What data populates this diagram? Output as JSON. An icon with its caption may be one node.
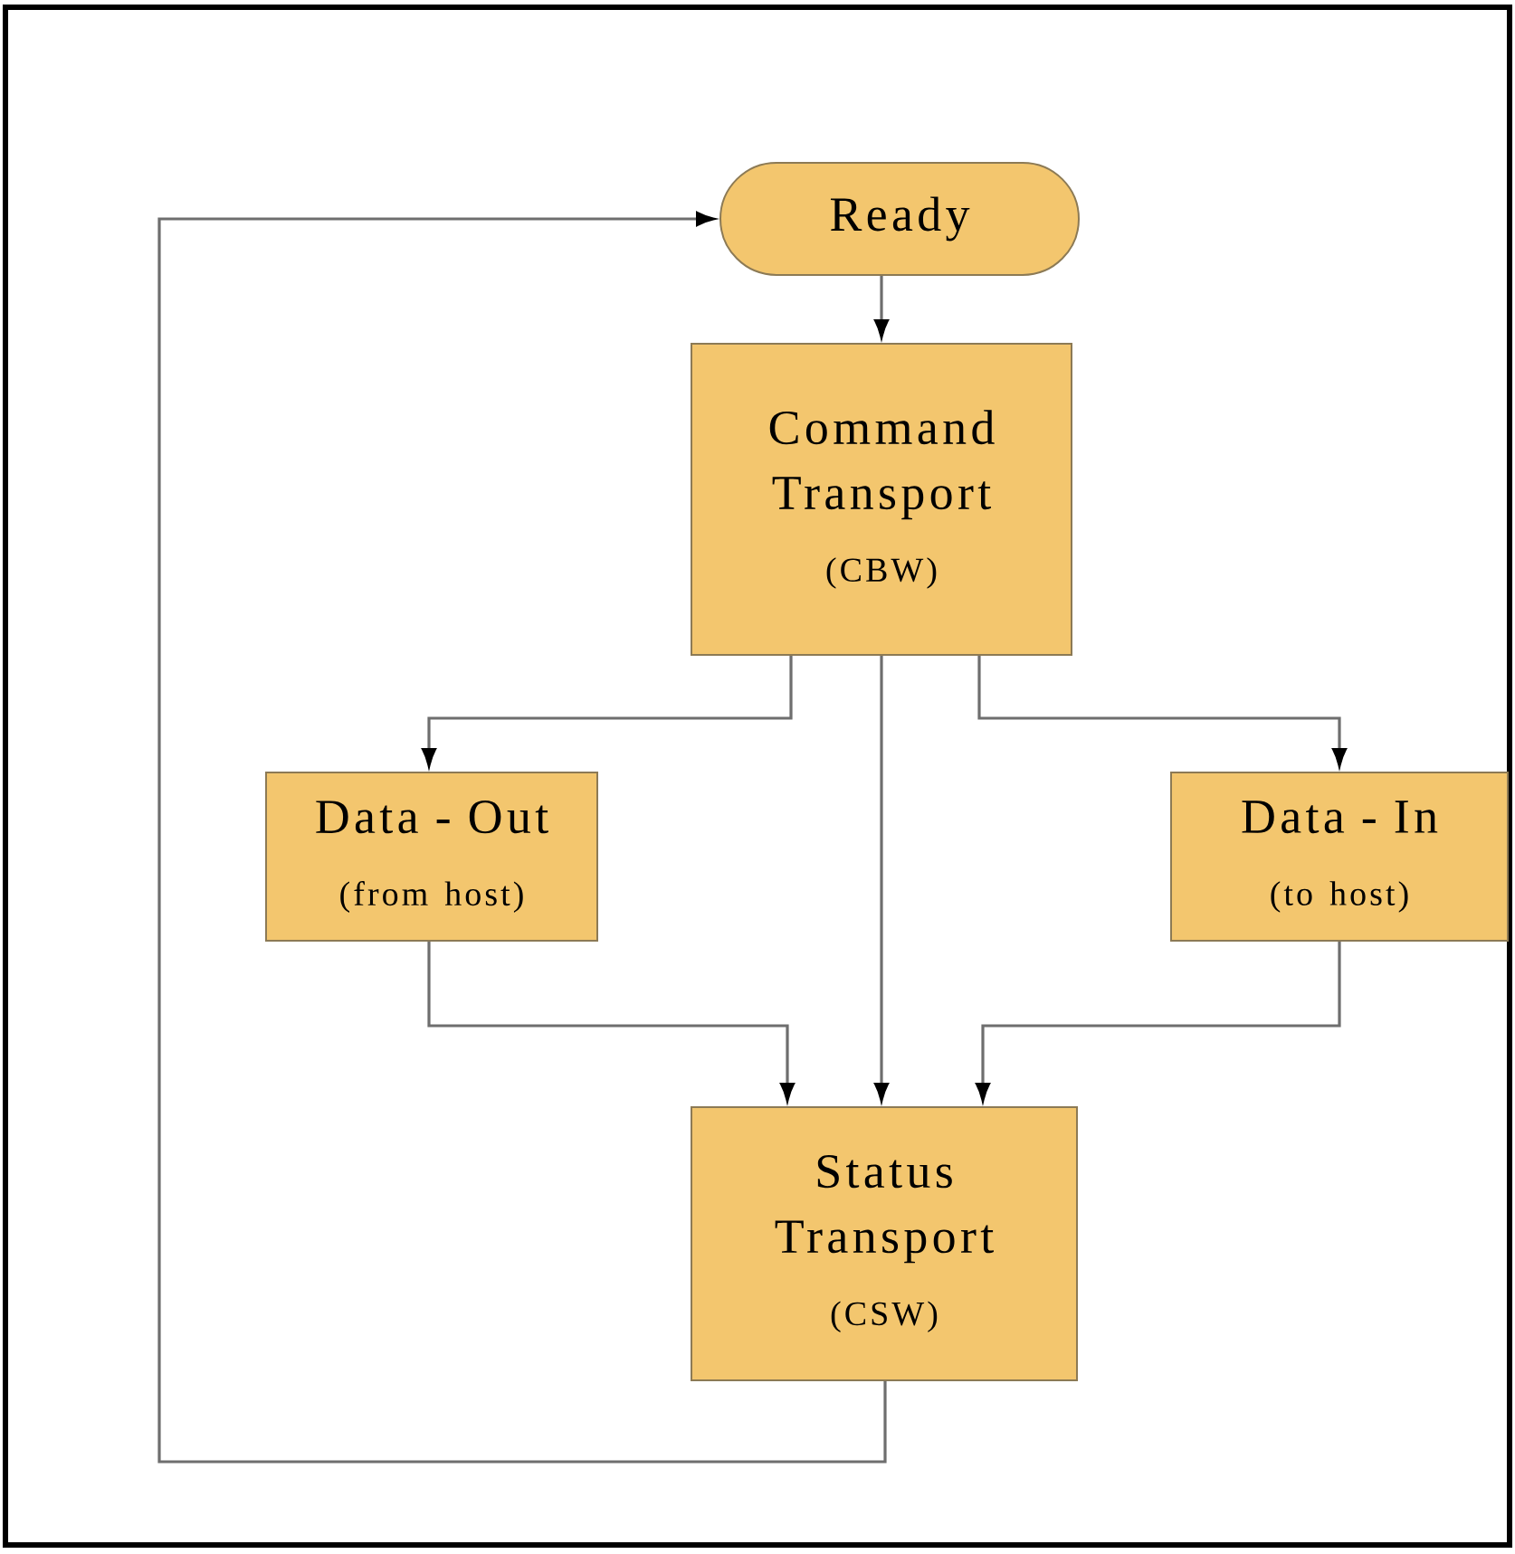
{
  "diagram": {
    "nodes": [
      {
        "text": [
          "Ready"
        ]
      },
      {
        "text": [
          "Command Transport",
          "(CBW)"
        ]
      },
      {
        "text": [
          "Data - Out",
          "(from host)"
        ]
      },
      {
        "text": [
          "Data - In",
          "(to host)"
        ]
      },
      {
        "text": [
          "Status Transport",
          "(CSW)"
        ]
      }
    ],
    "edges": [
      {
        "from": 0,
        "to": 1,
        "arrow": "to"
      },
      {
        "from": 1,
        "to": 2,
        "arrow": "to"
      },
      {
        "from": 1,
        "to": 4,
        "arrow": "to"
      },
      {
        "from": 1,
        "to": 3,
        "arrow": "to"
      },
      {
        "from": 2,
        "to": 4,
        "arrow": "to"
      },
      {
        "from": 3,
        "to": 4,
        "arrow": "to"
      },
      {
        "from": 4,
        "to": 0,
        "arrow": "to"
      }
    ]
  }
}
